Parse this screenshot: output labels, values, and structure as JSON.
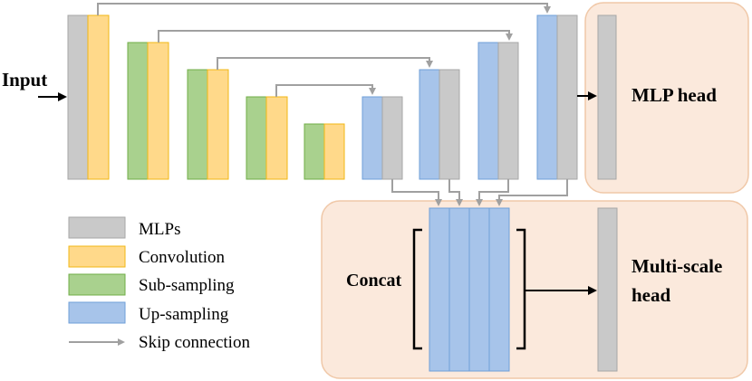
{
  "labels": {
    "input": "Input",
    "mlp_head": "MLP head",
    "multiscale_head_line1": "Multi-scale",
    "multiscale_head_line2": "head",
    "concat": "Concat"
  },
  "legend": {
    "items": [
      {
        "key": "mlp",
        "label": "MLPs"
      },
      {
        "key": "conv",
        "label": "Convolution"
      },
      {
        "key": "sub",
        "label": "Sub-sampling"
      },
      {
        "key": "up",
        "label": "Up-sampling"
      },
      {
        "key": "skip",
        "label": "Skip connection"
      }
    ]
  },
  "colors": {
    "mlp_fill": "#c9c9c9",
    "mlp_stroke": "#a6a6a6",
    "conv_fill": "#ffd98a",
    "conv_stroke": "#f2b714",
    "sub_fill": "#a9d18e",
    "sub_stroke": "#70ad47",
    "up_fill": "#a7c4ea",
    "up_stroke": "#6f9fd8",
    "arrow_gray": "#a0a0a0",
    "head_panel_fill": "#fbe9dc",
    "head_panel_stroke": "#f0c8a8"
  }
}
